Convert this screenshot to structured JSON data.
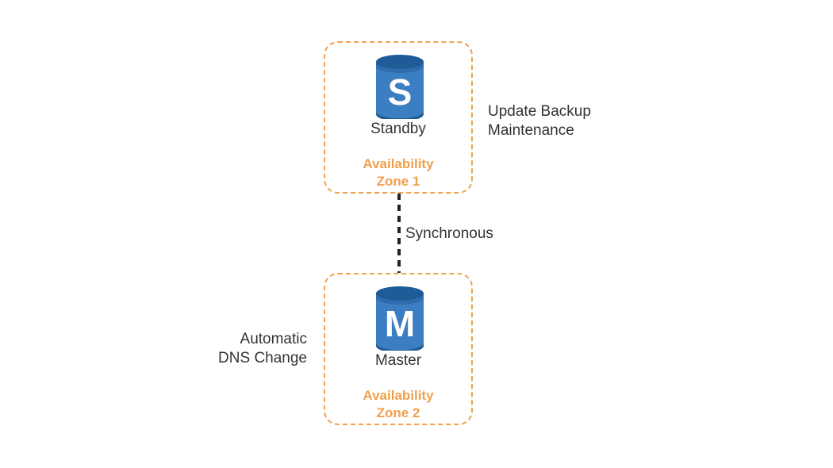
{
  "standby": {
    "letter": "S",
    "name": "Standby",
    "zone_line1": "Availability",
    "zone_line2": "Zone 1"
  },
  "master": {
    "letter": "M",
    "name": "Master",
    "zone_line1": "Availability",
    "zone_line2": "Zone 2"
  },
  "connector_label": "Synchronous",
  "standby_note": {
    "line1": "Update Backup",
    "line2": "Maintenance"
  },
  "master_note": {
    "line1": "Automatic",
    "line2": "DNS Change"
  },
  "colors": {
    "zone_border": "#f0a04b",
    "zone_text": "#f0a04b",
    "db_fill": "#3b7ec1",
    "db_dark": "#1f5b96",
    "text": "#333333"
  },
  "icons": [
    "database-icon",
    "database-icon"
  ]
}
